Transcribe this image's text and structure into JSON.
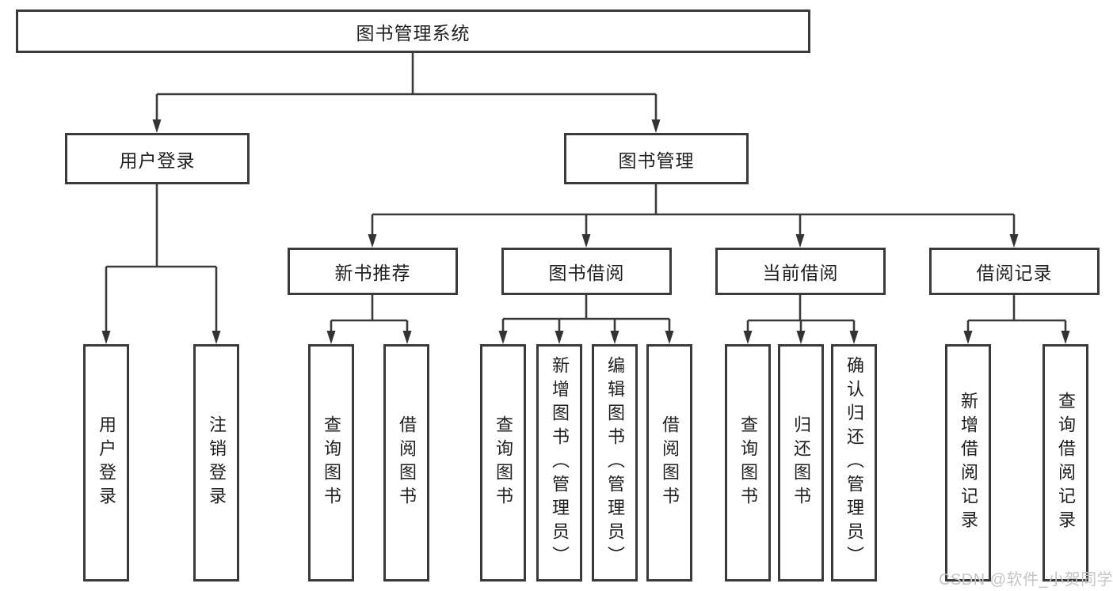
{
  "diagram": {
    "title": "图书管理系统",
    "type": "hierarchy-tree",
    "watermark": "CSDN @软件_小贺同学",
    "colors": {
      "line": "#3a3a3a",
      "box_border": "#3a3a3a",
      "text": "#1f1f1f",
      "background": "#ffffff",
      "watermark": "#c4c4c6"
    }
  },
  "tree": {
    "root": "图书管理系统",
    "level2": [
      "用户登录",
      "图书管理"
    ],
    "level3": [
      "新书推荐",
      "图书借阅",
      "当前借阅",
      "借阅记录"
    ],
    "leaves": {
      "user_login": [
        "用户登录",
        "注销登录"
      ],
      "new_book": [
        "查询图书",
        "借阅图书"
      ],
      "borrow": [
        "查询图书",
        "新增图书（管理员）",
        "编辑图书（管理员）",
        "借阅图书"
      ],
      "current": [
        "查询图书",
        "归还图书",
        "确认归还（管理员）"
      ],
      "records": [
        "新增借阅记录",
        "查询借阅记录"
      ]
    }
  },
  "hierarchy": {
    "图书管理系统": {
      "用户登录": [
        "用户登录",
        "注销登录"
      ],
      "图书管理": {
        "新书推荐": [
          "查询图书",
          "借阅图书"
        ],
        "图书借阅": [
          "查询图书",
          "新增图书（管理员）",
          "编辑图书（管理员）",
          "借阅图书"
        ],
        "当前借阅": [
          "查询图书",
          "归还图书",
          "确认归还（管理员）"
        ],
        "借阅记录": [
          "新增借阅记录",
          "查询借阅记录"
        ]
      }
    }
  }
}
